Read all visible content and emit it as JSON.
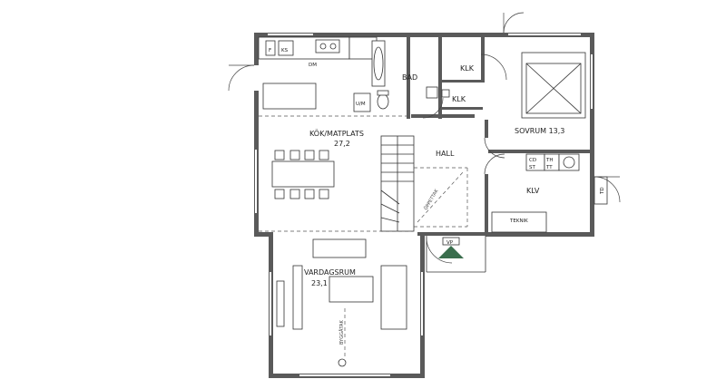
{
  "rooms": {
    "kitchen": {
      "name": "KÖK/MATPLATS",
      "area": "27,2"
    },
    "living": {
      "name": "VARDAGSRUM",
      "area": "23,1"
    },
    "bedroom": {
      "name": "SOVRUM 13,3"
    },
    "bath": {
      "name": "BAD"
    },
    "hall": {
      "name": "HALL"
    },
    "laundry": {
      "name": "KLV"
    },
    "closet1": {
      "name": "KLK"
    },
    "closet2": {
      "name": "KLK"
    },
    "tech": {
      "name": "TEKNIK"
    }
  },
  "fixtures": {
    "fridge": "F",
    "freezer": "KS",
    "dishwasher": "DM",
    "washer_dryer": "U/M",
    "cd": "CD",
    "st": "ST",
    "th": "TH",
    "tt": "TT",
    "vp": "VP",
    "td": "TD",
    "stair_label": "ÖPPETTAK",
    "stair_label2": "BYGGÅTAK"
  },
  "colors": {
    "wall": "#5a5a5a",
    "line": "#333333",
    "background": "#ffffff"
  }
}
